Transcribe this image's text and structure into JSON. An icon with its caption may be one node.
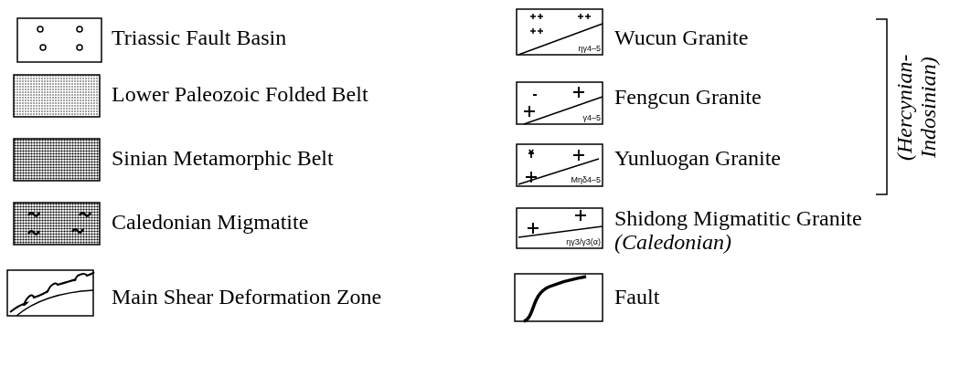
{
  "diagram": {
    "labels": [
      "ηγ4–5",
      "γ4–5",
      "Mηδ4–5",
      "ηγ3/γ3(α)",
      "(Hercynian- Indosinian)"
    ],
    "legend": [
      {
        "text": "Triassic Fault Basin"
      },
      {
        "text": "Lower Paleozoic Folded Belt"
      },
      {
        "text": "Sinian Metamorphic Belt"
      },
      {
        "text": "Caledonian Migmatite"
      },
      {
        "text": "Main Shear Deformation Zone"
      },
      {
        "text": "Wucun Granite"
      },
      {
        "text": "Fengcun Granite"
      },
      {
        "text": "Yunluogan Granite"
      },
      {
        "text": "Shidong Migmatitic Granite *(Caledonian)*"
      },
      {
        "text": "Fault"
      }
    ]
  }
}
